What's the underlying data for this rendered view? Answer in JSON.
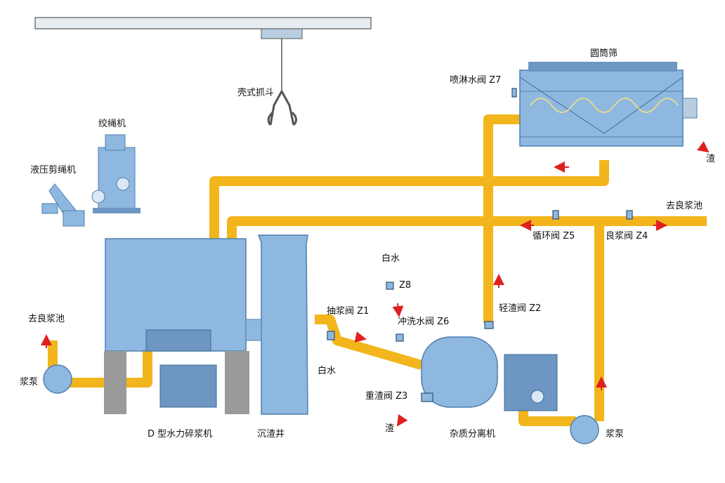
{
  "labels": {
    "grab_bucket": "壳式抓斗",
    "winch": "绞绳机",
    "rope_cutter": "液压剪绳机",
    "drum_screen": "圆筒筛",
    "spray_valve": "喷淋水阀 Z7",
    "residue_right": "渣",
    "to_good_pulp_pool_right": "去良浆池",
    "circulation_valve": "循环阀 Z5",
    "good_pulp_valve": "良浆阀 Z4",
    "white_water_top": "白水",
    "z8": "Z8",
    "suction_valve": "抽浆阀 Z1",
    "flush_valve": "冲洗水阀 Z6",
    "light_residue_valve": "轻渣阀 Z2",
    "to_good_pulp_pool_left": "去良浆池",
    "pump_left": "浆泵",
    "white_water_well": "白水",
    "heavy_residue_valve": "重渣阀 Z3",
    "residue_bottom": "渣",
    "pulper": "D 型水力碎浆机",
    "settling_well": "沉渣井",
    "separator": "杂质分离机",
    "pump_right": "浆泵"
  },
  "colors": {
    "pipe": "#f2b61c",
    "pipe_edge": "#c98a0a",
    "equipment": "#8fb8e0",
    "equipment_dark": "#4f7fae",
    "support": "#9a9a9a",
    "flow_arrow": "#e02020"
  }
}
